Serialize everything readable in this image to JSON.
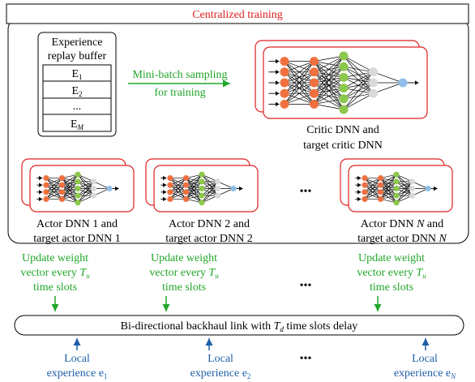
{
  "header": {
    "label": "Centralized training"
  },
  "buffer": {
    "title_line1": "Experience",
    "title_line2": "replay buffer",
    "rows": [
      {
        "main": "E",
        "sub": "1"
      },
      {
        "main": "E",
        "sub": "2"
      },
      {
        "main": "...",
        "sub": ""
      },
      {
        "main": "E",
        "sub": "M"
      }
    ]
  },
  "sampling": {
    "line1": "Mini-batch sampling",
    "line2": "for training"
  },
  "critic": {
    "line1": "Critic DNN  and",
    "line2": "target critic DNN"
  },
  "actors": [
    {
      "l1a": "Actor DNN 1 and",
      "l1n": "",
      "l1b": "",
      "l2a": "target actor DNN 1",
      "l2n": ""
    },
    {
      "l1a": "Actor DNN 2 and",
      "l1n": "",
      "l1b": "",
      "l2a": "target actor DNN 2",
      "l2n": ""
    },
    {
      "l1a": "Actor DNN ",
      "l1n": "N",
      "l1b": " and",
      "l2a": "target actor DNN ",
      "l2n": "N"
    }
  ],
  "update": {
    "line1": "Update weight",
    "line2_prefix": "vector every ",
    "line2_var": "T",
    "line2_sub": "u",
    "line3": "time slots"
  },
  "backhaul": {
    "prefix": "Bi-directional backhaul link with ",
    "var": "T",
    "sub": "d",
    "suffix": " time slots delay"
  },
  "local": [
    {
      "line1": "Local",
      "line2": "experience e",
      "sub": "1"
    },
    {
      "line1": "Local",
      "line2": "experience e",
      "sub": "2"
    },
    {
      "line1": "Local",
      "line2": "experience e",
      "sub": "N"
    }
  ],
  "ellipsis": "•••",
  "colors": {
    "red": "#e02020",
    "green": "#22a62a",
    "blue": "#1f5fa8",
    "orange": "#f07040",
    "neuron_green": "#8cc84b",
    "grey": "#d9d9d9",
    "lightblue": "#8fbfe8"
  }
}
